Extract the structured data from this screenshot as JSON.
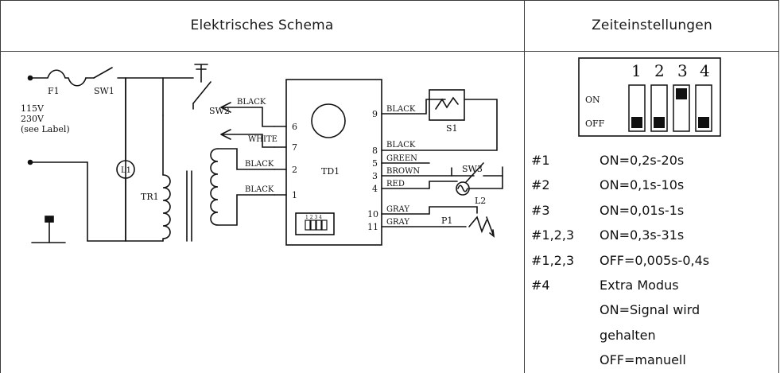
{
  "headers": {
    "schema": "Elektrisches Schema",
    "settings": "Zeiteinstellungen"
  },
  "schematic": {
    "labels": {
      "f1": "F1",
      "sw1": "SW1",
      "volt1": "115V",
      "volt2": "230V",
      "see_label": "(see Label)",
      "l1": "L1",
      "tr1": "TR1",
      "sw2": "SW2",
      "td1": "TD1",
      "s1": "S1",
      "sw3": "SW3",
      "l2": "L2",
      "p1": "P1",
      "dip_mini": "1 2 3 4"
    },
    "wires": {
      "black_sw2": "BLACK",
      "white_sw2": "WHITE",
      "black_tr_top": "BLACK",
      "black_tr_bot": "BLACK",
      "black_9": "BLACK",
      "black_8": "BLACK",
      "green_5": "GREEN",
      "brown_3": "BROWN",
      "red_4": "RED",
      "gray_10": "GRAY",
      "gray_11": "GRAY"
    },
    "pins": {
      "p6": "6",
      "p7": "7",
      "p2": "2",
      "p1": "1",
      "p9": "9",
      "p8": "8",
      "p5": "5",
      "p3": "3",
      "p4": "4",
      "p10": "10",
      "p11": "11"
    }
  },
  "dip_switch": {
    "numbers": [
      "1",
      "2",
      "3",
      "4"
    ],
    "on_label": "ON",
    "off_label": "OFF",
    "states": [
      "off",
      "off",
      "on",
      "off"
    ]
  },
  "settings": {
    "rows": [
      {
        "key": "#1",
        "value": "ON=0,2s-20s"
      },
      {
        "key": "#2",
        "value": "ON=0,1s-10s"
      },
      {
        "key": "#3",
        "value": "ON=0,01s-1s"
      },
      {
        "key": "#1,2,3",
        "value": "ON=0,3s-31s"
      },
      {
        "key": "#1,2,3",
        "value": "OFF=0,005s-0,4s"
      },
      {
        "key": "#4",
        "value": "Extra Modus"
      }
    ],
    "continuation": [
      "ON=Signal wird",
      "gehalten",
      "OFF=manuell"
    ]
  }
}
